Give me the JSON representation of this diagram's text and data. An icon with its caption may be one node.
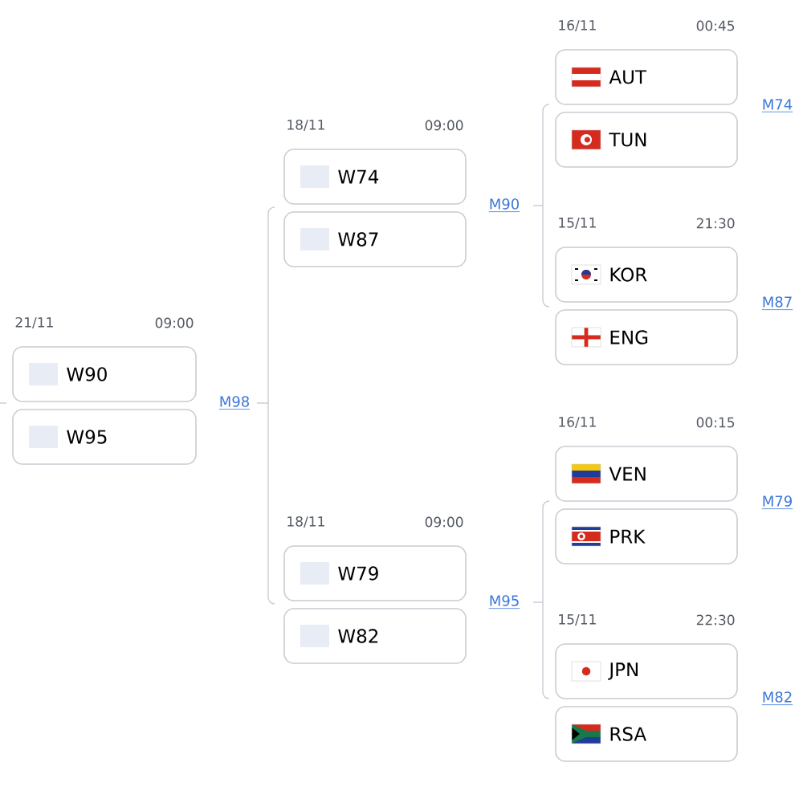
{
  "diagram": {
    "nodes": [
      {
        "text": [
          "AUT"
        ],
        "beside": [
          "16/11",
          "00:45"
        ]
      },
      {
        "text": [
          "TUN"
        ]
      },
      {
        "text": [
          "W74"
        ],
        "beside": [
          "18/11",
          "09:00"
        ]
      },
      {
        "text": [
          "W87"
        ]
      },
      {
        "text": [
          "KOR"
        ],
        "beside": [
          "15/11",
          "21:30"
        ]
      },
      {
        "text": [
          "ENG"
        ]
      },
      {
        "text": [
          "W90"
        ],
        "beside": [
          "21/11",
          "09:00"
        ]
      },
      {
        "text": [
          "W95"
        ]
      },
      {
        "text": [
          "VEN"
        ],
        "beside": [
          "16/11",
          "00:15"
        ]
      },
      {
        "text": [
          "PRK"
        ]
      },
      {
        "text": [
          "W79"
        ],
        "beside": [
          "18/11",
          "09:00"
        ]
      },
      {
        "text": [
          "W82"
        ]
      },
      {
        "text": [
          "JPN"
        ],
        "beside": [
          "15/11",
          "22:30"
        ]
      },
      {
        "text": [
          "RSA"
        ]
      }
    ],
    "labels": [
      "M74",
      "M90",
      "M98",
      "M87",
      "M79",
      "M95",
      "M82"
    ]
  }
}
